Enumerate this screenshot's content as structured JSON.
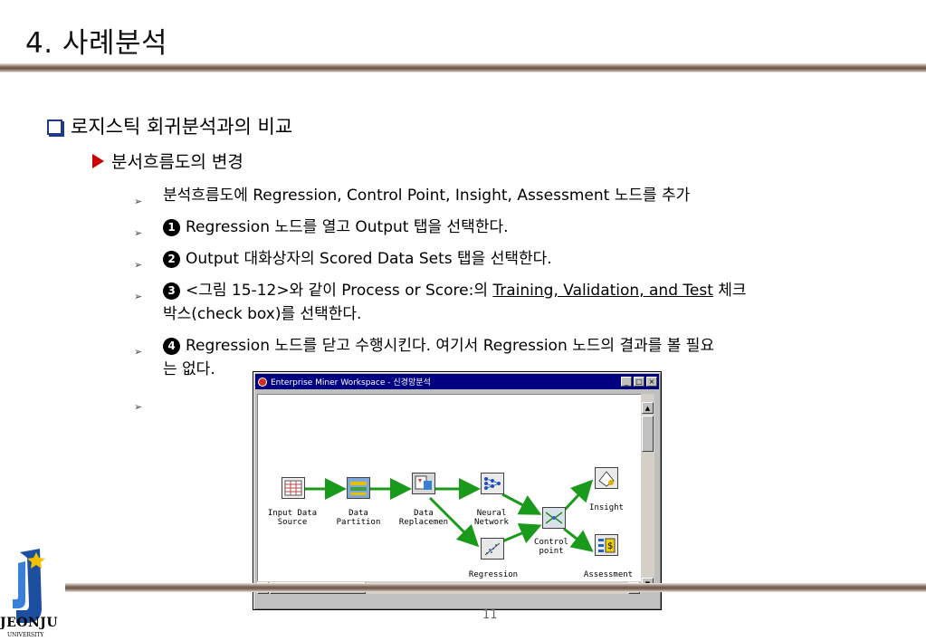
{
  "slide": {
    "title": "4. 사례분석",
    "heading": "로지스틱 회귀분석과의 비교",
    "subheading": "분서흐름도의 변경",
    "items": [
      {
        "text": "분석흐름도에 Regression, Control Point, Insight, Assessment 노드를 추가"
      },
      {
        "num": "1",
        "text": "Regression 노드를 열고 Output 탭을 선택한다."
      },
      {
        "num": "2",
        "text": "Output 대화상자의 Scored Data Sets 탭을 선택한다."
      },
      {
        "num": "3",
        "pre": "<그림 15-12>와 같이 Process or Score:의 ",
        "underlined": "Training, Validation, and Test",
        "post": " 체크",
        "line2": "박스(check box)를 선택한다."
      },
      {
        "num": "4",
        "text": "Regression 노드를 닫고 수행시킨다.  여기서 Regression 노드의 결과를 볼 필요",
        "line2": "는 없다."
      },
      {
        "text": ""
      }
    ],
    "page_number": "11"
  },
  "logo": {
    "name": "JEONJU",
    "sub": "UNIVERSITY"
  },
  "window": {
    "title": "Enterprise Miner Workspace - 신경망분석",
    "buttons": [
      "_",
      "□",
      "×"
    ],
    "nodes": [
      {
        "id": "input",
        "label": "Input Data\nSource",
        "icon": "table-icon"
      },
      {
        "id": "partition",
        "label": "Data\nPartition",
        "icon": "partition-icon"
      },
      {
        "id": "replacement",
        "label": "Data\nReplacemen",
        "icon": "replacement-icon"
      },
      {
        "id": "neural",
        "label": "Neural\nNetwork",
        "icon": "neural-network-icon"
      },
      {
        "id": "regression",
        "label": "Regression",
        "icon": "regression-icon"
      },
      {
        "id": "control",
        "label": "Control\npoint",
        "icon": "control-point-icon"
      },
      {
        "id": "insight",
        "label": "Insight",
        "icon": "insight-icon"
      },
      {
        "id": "assessment",
        "label": "Assessment",
        "icon": "assessment-icon"
      }
    ]
  },
  "colors": {
    "accent_blue": "#1f3a8a",
    "arrow_red": "#cc0000",
    "flow_green": "#1a9a1a",
    "titlebar": "#000080"
  }
}
